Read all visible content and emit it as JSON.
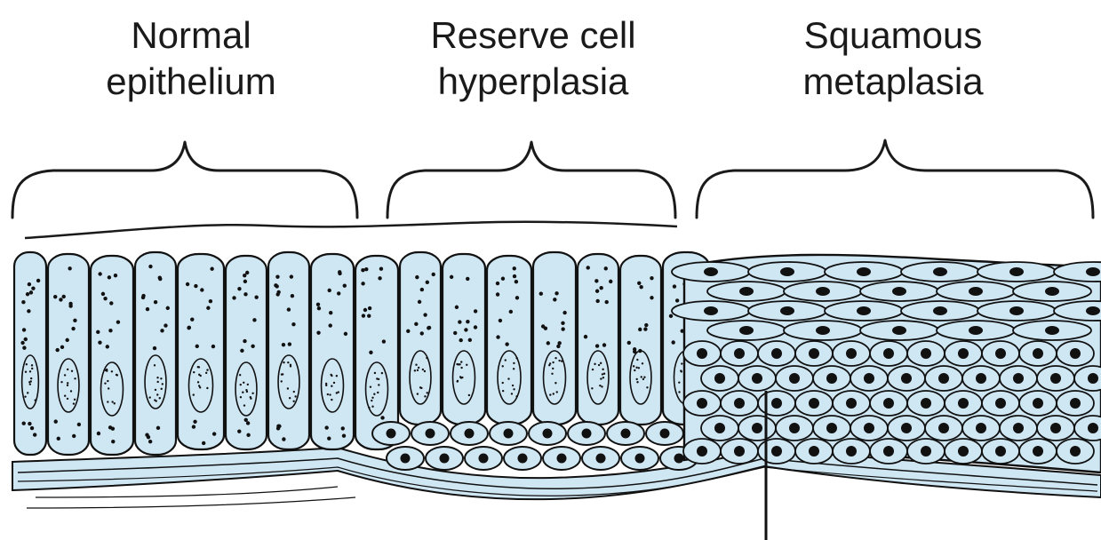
{
  "labels": {
    "normal": {
      "line1": "Normal",
      "line2": "epithelium"
    },
    "reserve": {
      "line1": "Reserve cell",
      "line2": "hyperplasia"
    },
    "squamous": {
      "line1": "Squamous",
      "line2": "metaplasia"
    }
  },
  "colors": {
    "cell_fill": "#cfe6f3",
    "stroke": "#111111",
    "background": "#ffffff"
  }
}
